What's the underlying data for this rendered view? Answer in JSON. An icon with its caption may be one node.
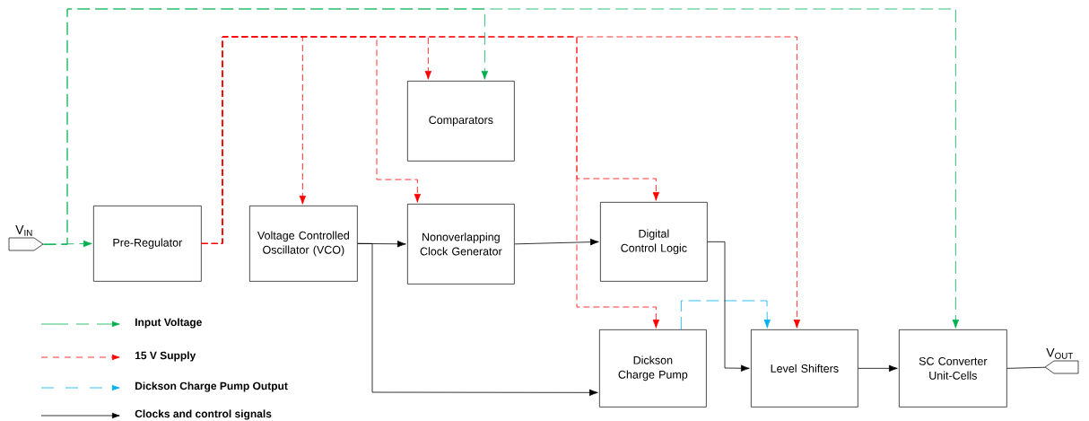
{
  "diagram": {
    "nodes": [
      {
        "text": [
          "V$_{IN}$"
        ]
      },
      {
        "text": [
          "Pre-Regulator"
        ]
      },
      {
        "text": [
          "Voltage Controlled Oscillator (VCO)"
        ]
      },
      {
        "text": [
          "Comparators"
        ]
      },
      {
        "text": [
          "Nonoverlapping Clock Generator"
        ]
      },
      {
        "text": [
          "Digital Control Logic"
        ]
      },
      {
        "text": [
          "Dickson Charge Pump"
        ]
      },
      {
        "text": [
          "Level Shifters"
        ]
      },
      {
        "text": [
          "SC Converter Unit-Cells"
        ]
      },
      {
        "text": [
          "V$_{OUT}$"
        ]
      }
    ],
    "edges": [
      {
        "from": 0,
        "to": 1,
        "arrow": "to",
        "style": "dashed",
        "color": "#00b050"
      },
      {
        "from": 0,
        "to": 3,
        "arrow": "to",
        "style": "dashed",
        "color": "#00b050"
      },
      {
        "from": 0,
        "to": 8,
        "arrow": "to",
        "style": "dashed",
        "color": "#00b050"
      },
      {
        "from": 1,
        "to": 2,
        "arrow": "to",
        "style": "dashed",
        "color": "#ff0000"
      },
      {
        "from": 1,
        "to": 3,
        "arrow": "to",
        "style": "dashed",
        "color": "#ff0000"
      },
      {
        "from": 1,
        "to": 4,
        "arrow": "to",
        "style": "dashed",
        "color": "#ff0000"
      },
      {
        "from": 1,
        "to": 5,
        "arrow": "to",
        "style": "dashed",
        "color": "#ff0000"
      },
      {
        "from": 1,
        "to": 6,
        "arrow": "to",
        "style": "dashed",
        "color": "#ff0000"
      },
      {
        "from": 1,
        "to": 7,
        "arrow": "to",
        "style": "dashed",
        "color": "#ff0000"
      },
      {
        "from": 6,
        "to": 7,
        "arrow": "to",
        "style": "dashed",
        "color": "#00b0f0"
      },
      {
        "from": 2,
        "to": 4,
        "arrow": "to",
        "color": "#000000"
      },
      {
        "from": 2,
        "to": 6,
        "arrow": "to",
        "color": "#000000"
      },
      {
        "from": 4,
        "to": 5,
        "arrow": "to",
        "color": "#000000"
      },
      {
        "from": 5,
        "to": 7,
        "arrow": "to",
        "color": "#000000"
      },
      {
        "from": 7,
        "to": 8,
        "arrow": "to",
        "color": "#000000"
      },
      {
        "from": 8,
        "to": 9,
        "arrow": "none",
        "color": "#000000"
      }
    ],
    "legend": [
      {
        "text": "Input Voltage"
      },
      {
        "text": "15 V Supply"
      },
      {
        "text": "Dickson Charge Pump Output"
      },
      {
        "text": "Clocks and control signals"
      }
    ]
  }
}
